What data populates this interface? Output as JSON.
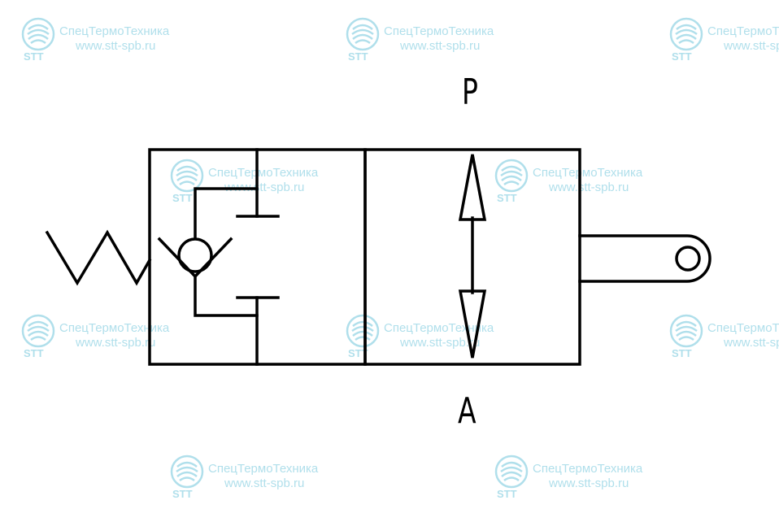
{
  "diagram": {
    "ports": {
      "top": "P",
      "bottom": "A"
    },
    "stroke_color": "#000000"
  },
  "watermark": {
    "brand": "СпецТермоТехника",
    "url": "www.stt-spb.ru",
    "abbr": "STT",
    "color": "#a8dce9",
    "icon": "stt-logo-icon"
  }
}
